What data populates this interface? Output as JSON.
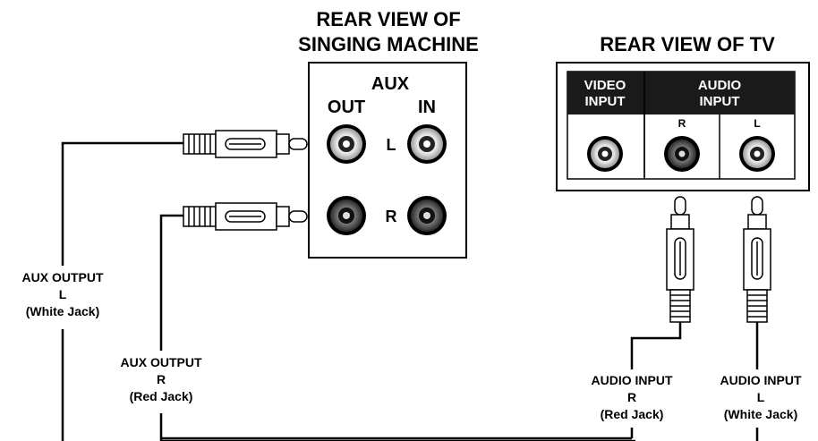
{
  "singing_machine": {
    "title_line1": "REAR VIEW OF",
    "title_line2": "SINGING MACHINE",
    "panel_label": "AUX",
    "out_label": "OUT",
    "in_label": "IN",
    "row_left_label": "L",
    "row_right_label": "R"
  },
  "tv": {
    "title": "REAR VIEW OF TV",
    "video_label_line1": "VIDEO",
    "video_label_line2": "INPUT",
    "audio_label_line1": "AUDIO",
    "audio_label_line2": "INPUT",
    "audio_r_label": "R",
    "audio_l_label": "L"
  },
  "cable_labels": {
    "aux_out_l": {
      "line1": "AUX OUTPUT",
      "line2": "L",
      "line3": "(White Jack)"
    },
    "aux_out_r": {
      "line1": "AUX OUTPUT",
      "line2": "R",
      "line3": "(Red Jack)"
    },
    "audio_in_r": {
      "line1": "AUDIO INPUT",
      "line2": "R",
      "line3": "(Red Jack)"
    },
    "audio_in_l": {
      "line1": "AUDIO INPUT",
      "line2": "L",
      "line3": "(White Jack)"
    }
  },
  "colors": {
    "line": "#000000",
    "jack_white": "#d9d9d9",
    "jack_red": "#7a7a7a",
    "tv_header": "#1a1a1a"
  }
}
